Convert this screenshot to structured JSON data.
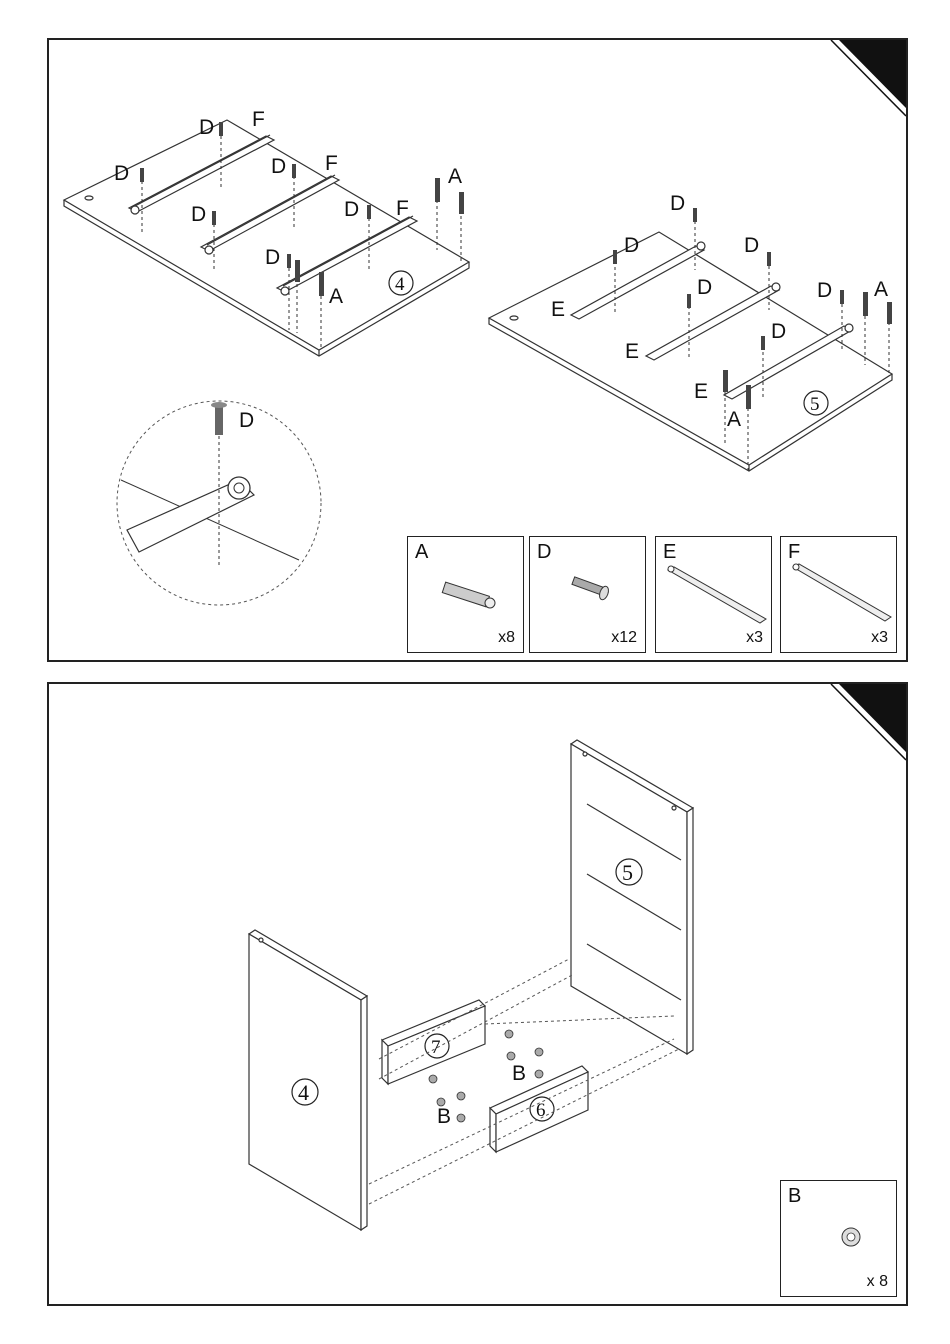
{
  "step_top": {
    "panel_4": {
      "labels": [
        "D",
        "F",
        "D",
        "F",
        "D",
        "D",
        "F",
        "D",
        "D",
        "A",
        "A"
      ],
      "panel_number": "4"
    },
    "panel_5": {
      "labels": [
        "D",
        "D",
        "D",
        "D",
        "D",
        "D",
        "A",
        "E",
        "E",
        "E",
        "A"
      ],
      "panel_number": "5"
    },
    "detail_label": "D",
    "parts": [
      {
        "letter": "A",
        "qty": "x8",
        "icon": "cam-bolt-icon"
      },
      {
        "letter": "D",
        "qty": "x12",
        "icon": "screw-icon"
      },
      {
        "letter": "E",
        "qty": "x3",
        "icon": "drawer-runner-icon"
      },
      {
        "letter": "F",
        "qty": "x3",
        "icon": "drawer-runner-icon"
      }
    ]
  },
  "step_bottom": {
    "panel_numbers": {
      "left_side": "4",
      "right_side": "5",
      "back_rail": "7",
      "front_rail": "6"
    },
    "fastener_labels": [
      "B",
      "B"
    ],
    "parts": [
      {
        "letter": "B",
        "qty": "x 8",
        "icon": "cam-lock-icon"
      }
    ]
  }
}
